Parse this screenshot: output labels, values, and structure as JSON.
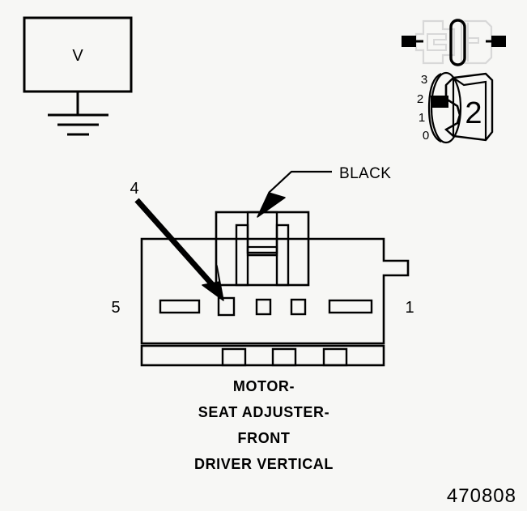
{
  "figure": {
    "id_number": "470808",
    "background_color": "#f7f7f5",
    "line_color": "#000000",
    "ghost_color": "#d8d8d8"
  },
  "meter": {
    "symbol": "V",
    "name": "voltmeter",
    "ground_symbol": "earth-ground"
  },
  "connector_icon": {
    "name": "mating-connector-icon",
    "description": "connector pair"
  },
  "dial_icon": {
    "name": "rotary-position-icon",
    "big_label": "2",
    "scale": [
      "3",
      "2",
      "1",
      "0"
    ],
    "marker_position": "2"
  },
  "callouts": {
    "wire_color": "BLACK",
    "pin_pointer": "4",
    "left_pin": "5",
    "right_pin": "1"
  },
  "caption": {
    "lines": [
      "MOTOR-",
      "SEAT ADJUSTER-",
      "FRONT",
      "DRIVER VERTICAL"
    ],
    "line_1": "MOTOR-",
    "line_2": "SEAT ADJUSTER-",
    "line_3": "FRONT",
    "line_4": "DRIVER VERTICAL"
  }
}
